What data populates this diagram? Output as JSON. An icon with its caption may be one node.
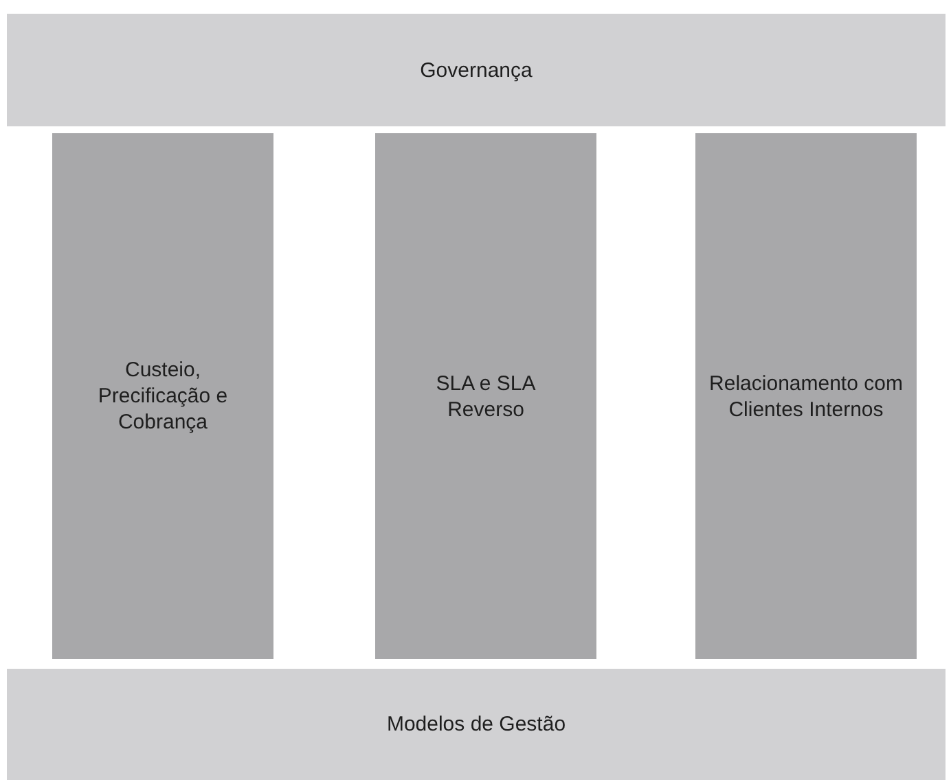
{
  "diagram": {
    "nodes": [
      {
        "text": [
          "Governança"
        ]
      },
      {
        "text": [
          "Custeio, Precificação e Cobrança"
        ]
      },
      {
        "text": [
          "SLA e SLA Reverso"
        ]
      },
      {
        "text": [
          "Relacionamento com Clientes Internos"
        ]
      },
      {
        "text": [
          "Modelos de Gestão"
        ]
      }
    ]
  }
}
